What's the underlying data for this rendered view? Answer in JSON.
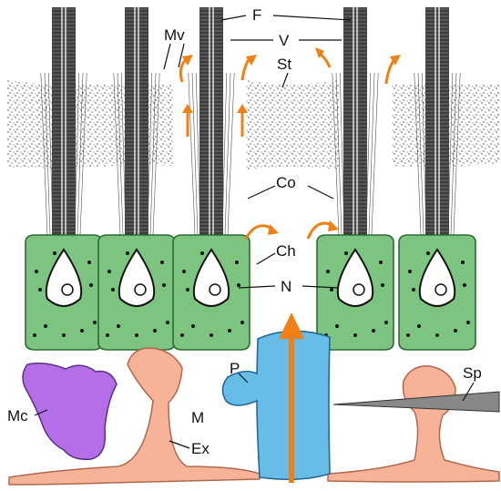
{
  "labels": {
    "F": "F",
    "Mv": "Mv",
    "V": "V",
    "St": "St",
    "Co": "Co",
    "Ch": "Ch",
    "N": "N",
    "P": "P",
    "Mc": "Mc",
    "M": "M",
    "Ex": "Ex",
    "Sp": "Sp"
  },
  "colors": {
    "cell_green": "#7cc47f",
    "peach": "#f6b397",
    "purple": "#b46ee8",
    "blue": "#67bde8",
    "arrow_orange": "#f07f14"
  }
}
